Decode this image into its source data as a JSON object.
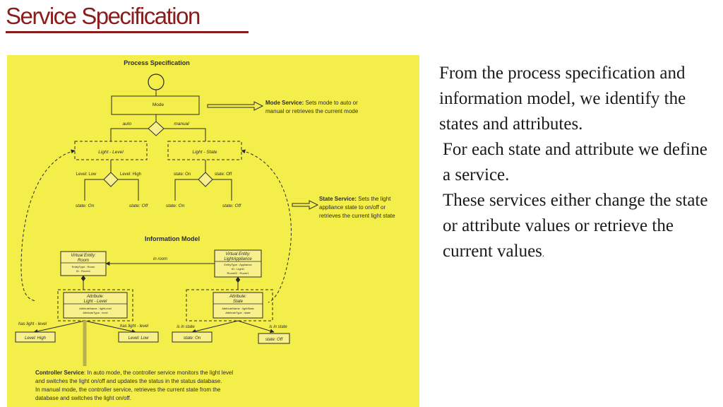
{
  "title": "Service Specification",
  "side_text": {
    "p1": "From the process specification and information model, we identify the states and attributes.",
    "p2": "For each state and attribute we define a service.",
    "p3": "These services either change the state or attribute values or retrieve the current values",
    "p3_end": "."
  },
  "figure": {
    "process_title": "Process Specification",
    "mode_label": "Mode",
    "auto_label": "auto",
    "manual_label": "manual",
    "light_level_box": "Light - Level",
    "light_state_box": "Light - State",
    "level_low": "Level: Low",
    "level_high": "Level: High",
    "state_on_top": "state: On",
    "state_off_top": "state: Off",
    "out_state_on_1": "state: On",
    "out_state_off_1": "state: Off",
    "out_state_on_2": "state: On",
    "out_state_off_2": "state: Off",
    "mode_service_title": "Mode Service:",
    "mode_service_line1": " Sets mode to auto or",
    "mode_service_line2": "manual or retrieves the current mode",
    "state_service_title": "State Service:",
    "state_service_line1": " Sets the light",
    "state_service_line2": "appliance state to on/off or",
    "state_service_line3": "retrieves the current light state",
    "info_title": "Information Model",
    "room_entity_1": "Virtual Entity:",
    "room_entity_2": "Room",
    "room_attr_1": "EntityType : Room",
    "room_attr_2": "ID : Room1",
    "appliance_entity_1": "Virtual Entity:",
    "appliance_entity_2": "LightAppliance",
    "appliance_attr_1": "EntityType : Appliance",
    "appliance_attr_2": "ID : Light1",
    "appliance_attr_3": "RoomID : Room1",
    "in_room": "in room",
    "attr_level_1": "Attribute:",
    "attr_level_2": "Light - Level",
    "attr_level_sub1": "AttributeName : lightLevel",
    "attr_level_sub2": "AttributeType : level",
    "attr_state_1": "Attribute:",
    "attr_state_2": "State",
    "attr_state_sub1": "AttributeName : lightState",
    "attr_state_sub2": "AttributeType : state",
    "has_light_level_1": "has light - level",
    "has_light_level_2": "has light - level",
    "is_in_state_1": "is in state",
    "is_in_state_2": "is in state",
    "value_level_high": "Level: High",
    "value_level_low": "Level: Low",
    "value_state_on": "state: On",
    "value_state_off": "state: Off",
    "controller_title": "Controller Service",
    "controller_line1": ": In auto mode, the controller service monitors the light level",
    "controller_line2": "and switches the light on/off and updates the status in the status database.",
    "controller_line3": "In manual mode, the controller service, retrieves the current state from the",
    "controller_line4": "database and switches the light on/off."
  },
  "colors": {
    "title": "#8a1c1c",
    "figure_background": "#f4ee4a",
    "diagram_ink": "#2a2a2a",
    "box_fill": "#f7f08c"
  }
}
